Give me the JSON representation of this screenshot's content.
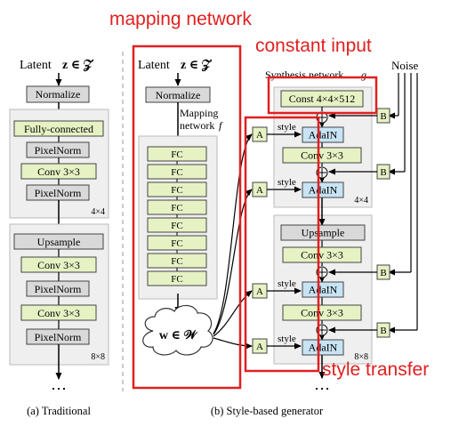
{
  "annotations": {
    "mapping_network": "mapping network",
    "constant_input": "constant input",
    "style_transfer": "style transfer"
  },
  "traditional": {
    "latent_prefix": "Latent",
    "latent_var": "z ∈ 𝒵",
    "normalize": "Normalize",
    "fully_connected": "Fully-connected",
    "pixelnorm": "PixelNorm",
    "conv": "Conv 3×3",
    "upsample": "Upsample",
    "res_4": "4×4",
    "res_8": "8×8",
    "dots": "⋯",
    "caption": "(a) Traditional"
  },
  "style_based": {
    "latent_prefix": "Latent",
    "latent_var": "z ∈ 𝒵",
    "normalize": "Normalize",
    "mapping_line1": "Mapping",
    "mapping_line2": "network",
    "mapping_f": "f",
    "fc": "FC",
    "w_space": "w ∈ 𝒲",
    "synthesis_label": "Synthesis network",
    "synthesis_g": "g",
    "noise": "Noise",
    "const": "Const 4×4×512",
    "adain": "AdaIN",
    "conv": "Conv 3×3",
    "upsample": "Upsample",
    "a_label": "A",
    "b_label": "B",
    "style": "style",
    "res_4": "4×4",
    "res_8": "8×8",
    "dots": "⋯",
    "caption": "(b) Style-based generator"
  },
  "colors": {
    "annotation_red": "#e02020",
    "green_box": "#e6f2c4",
    "blue_box": "#c8e3f4",
    "gray_box": "#d9d9d9",
    "panel_gray": "#efefef"
  }
}
